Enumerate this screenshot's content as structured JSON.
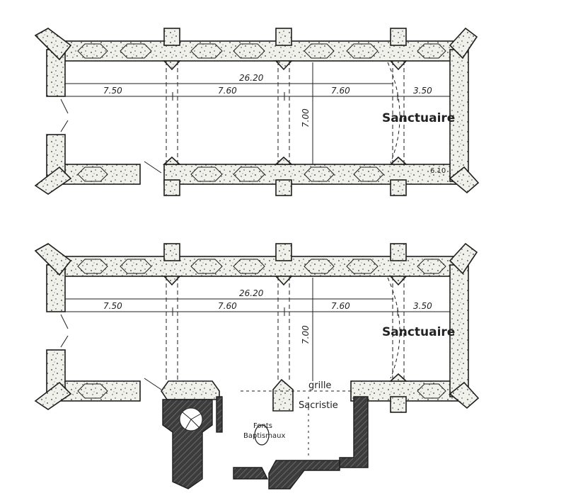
{
  "colors": {
    "ink": "#1e1e1e",
    "wall_fill": "#f1f1ec",
    "hatch_fill": "#4a4a4a",
    "paper": "#ffffff"
  },
  "plan_top": {
    "overall_dimension": "26.20",
    "bay_1": "7.50",
    "bay_2": "7.60",
    "bay_3": "7.60",
    "sanctuary_depth": "3.50",
    "width_dimension": "7.00",
    "sanctuary_label": "Sanctuaire",
    "corner_note": "6.10"
  },
  "plan_bottom": {
    "overall_dimension": "26.20",
    "bay_1": "7.50",
    "bay_2": "7.60",
    "bay_3": "7.60",
    "sanctuary_depth": "3.50",
    "width_dimension": "7.00",
    "sanctuary_label": "Sanctuaire",
    "grille_label": "grille",
    "sacristy_label": "Sacristie",
    "font_label_line1": "Fonts",
    "font_label_line2": "Baptismaux"
  }
}
